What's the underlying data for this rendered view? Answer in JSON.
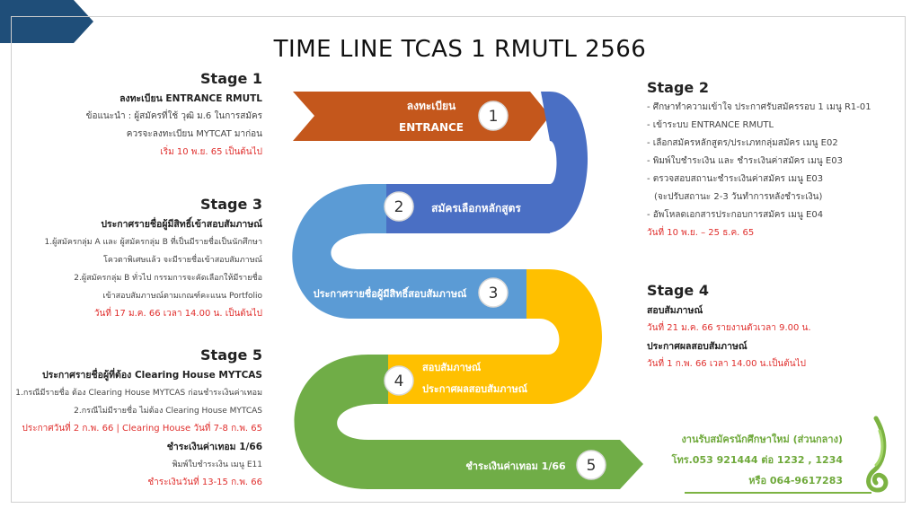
{
  "title": "TIME LINE TCAS 1 RMUTL 2566",
  "stages": {
    "s1": {
      "title": "Stage 1",
      "lines": [
        "ลงทะเบียน ENTRANCE RMUTL",
        "ข้อแนะนำ : ผู้สมัครที่ใช้ วุฒิ ม.6 ในการสมัคร",
        "ควรจะลงทะเบียน MYTCAT มาก่อน",
        "เริ่ม 10 พ.ย. 65 เป็นต้นไป"
      ]
    },
    "s2": {
      "title": "Stage 2",
      "lines": [
        "- ศึกษาทำความเข้าใจ ประกาศรับสมัครรอบ 1 เมนู R1-01",
        "- เข้าระบบ ENTRANCE RMUTL",
        "- เลือกสมัครหลักสูตร/ประเภทกลุ่มสมัคร เมนู E02",
        "- พิมพ์ใบชำระเงิน และ ชำระเงินค่าสมัคร เมนู E03",
        "- ตรวจสอบสถานะชำระเงินค่าสมัคร เมนู E03",
        "(จะปรับสถานะ 2-3 วันทำการหลังชำระเงิน)",
        "- อัพโหลดเอกสารประกอบการสมัคร เมนู E04",
        "วันที่ 10 พ.ย. – 25 ธ.ค. 65"
      ]
    },
    "s3": {
      "title": "Stage 3",
      "lines": [
        "ประกาศรายชื่อผู้มีสิทธิ์เข้าสอบสัมภาษณ์",
        "1.ผู้สมัครกลุ่ม A และ ผู้สมัครกลุ่ม B ที่เป็นมีรายชื่อเป็นนักศึกษา",
        "โควตาพิเศษแล้ว จะมีรายชื่อเข้าสอบสัมภาษณ์",
        "2.ผู้สมัครกลุ่ม B ทั่วไป กรรมการจะคัดเลือกให้มีรายชื่อ",
        "เข้าสอบสัมภาษณ์ตามเกณฑ์คะแนน Portfolio",
        "วันที่ 17 ม.ค. 66 เวลา 14.00 น. เป็นต้นไป"
      ]
    },
    "s4": {
      "title": "Stage 4",
      "lines": [
        "สอบสัมภาษณ์",
        "วันที่ 21 ม.ค. 66 รายงานตัวเวลา 9.00 น.",
        "ประกาศผลสอบสัมภาษณ์",
        "วันที่ 1 ก.พ. 66 เวลา 14.00 น.เป็นต้นไป"
      ]
    },
    "s5": {
      "title": "Stage 5",
      "lines": [
        "ประกาศรายชื่อผู้ที่ต้อง Clearing House MYTCAS",
        "1.กรณีมีรายชื่อ ต้อง Clearing House MYTCAS ก่อนชำระเงินค่าเทอม",
        "2.กรณีไม่มีรายชื่อ ไม่ต้อง Clearing House MYTCAS",
        "ประกาศวันที่ 2 ก.พ. 66 | Clearing House วันที่ 7-8 ก.พ. 65",
        "ชำระเงินค่าเทอม 1/66",
        "พิมพ์ใบชำระเงิน เมนู E11",
        "ชำระเงินวันที่ 13-15 ก.พ. 66"
      ]
    }
  },
  "road": {
    "step1": {
      "num": "1",
      "line1": "ลงทะเบียน",
      "line2": "ENTRANCE"
    },
    "step2": {
      "num": "2",
      "label": "สมัครเลือกหลักสูตร"
    },
    "step3": {
      "num": "3",
      "label": "ประกาศรายชื่อผู้มีสิทธิ์สอบสัมภาษณ์"
    },
    "step4": {
      "num": "4",
      "line1": "สอบสัมภาษณ์",
      "line2": "ประกาศผลสอบสัมภาษณ์"
    },
    "step5": {
      "num": "5",
      "label": "ชำระเงินค่าเทอม 1/66"
    }
  },
  "contact": {
    "line1": "งานรับสมัครนักศึกษาใหม่ (ส่วนกลาง)",
    "line2": "โทร.053 921444 ต่อ 1232 , 1234",
    "line3": "หรือ 064-9617283"
  },
  "colors": {
    "orange": "#c4571c",
    "blue": "#4a6fc4",
    "light_blue": "#5b9bd5",
    "yellow": "#ffc000",
    "green": "#70ad47",
    "red_text": "#e0302e",
    "corner": "#1f4e79"
  }
}
